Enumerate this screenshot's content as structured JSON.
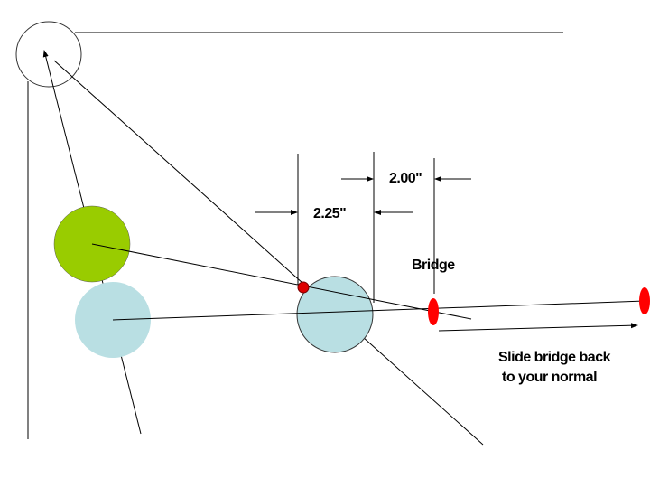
{
  "labels": {
    "dim_225": "2.25\"",
    "dim_200": "2.00\"",
    "bridge": "Bridge",
    "instruction_line1": "Slide bridge back",
    "instruction_line2": "to your normal"
  },
  "colors": {
    "cue_ball_green": "#99cc00",
    "ball_light_blue": "#b9dfe3",
    "bridge_red": "#ff0000",
    "contact_red": "#dd0000"
  }
}
